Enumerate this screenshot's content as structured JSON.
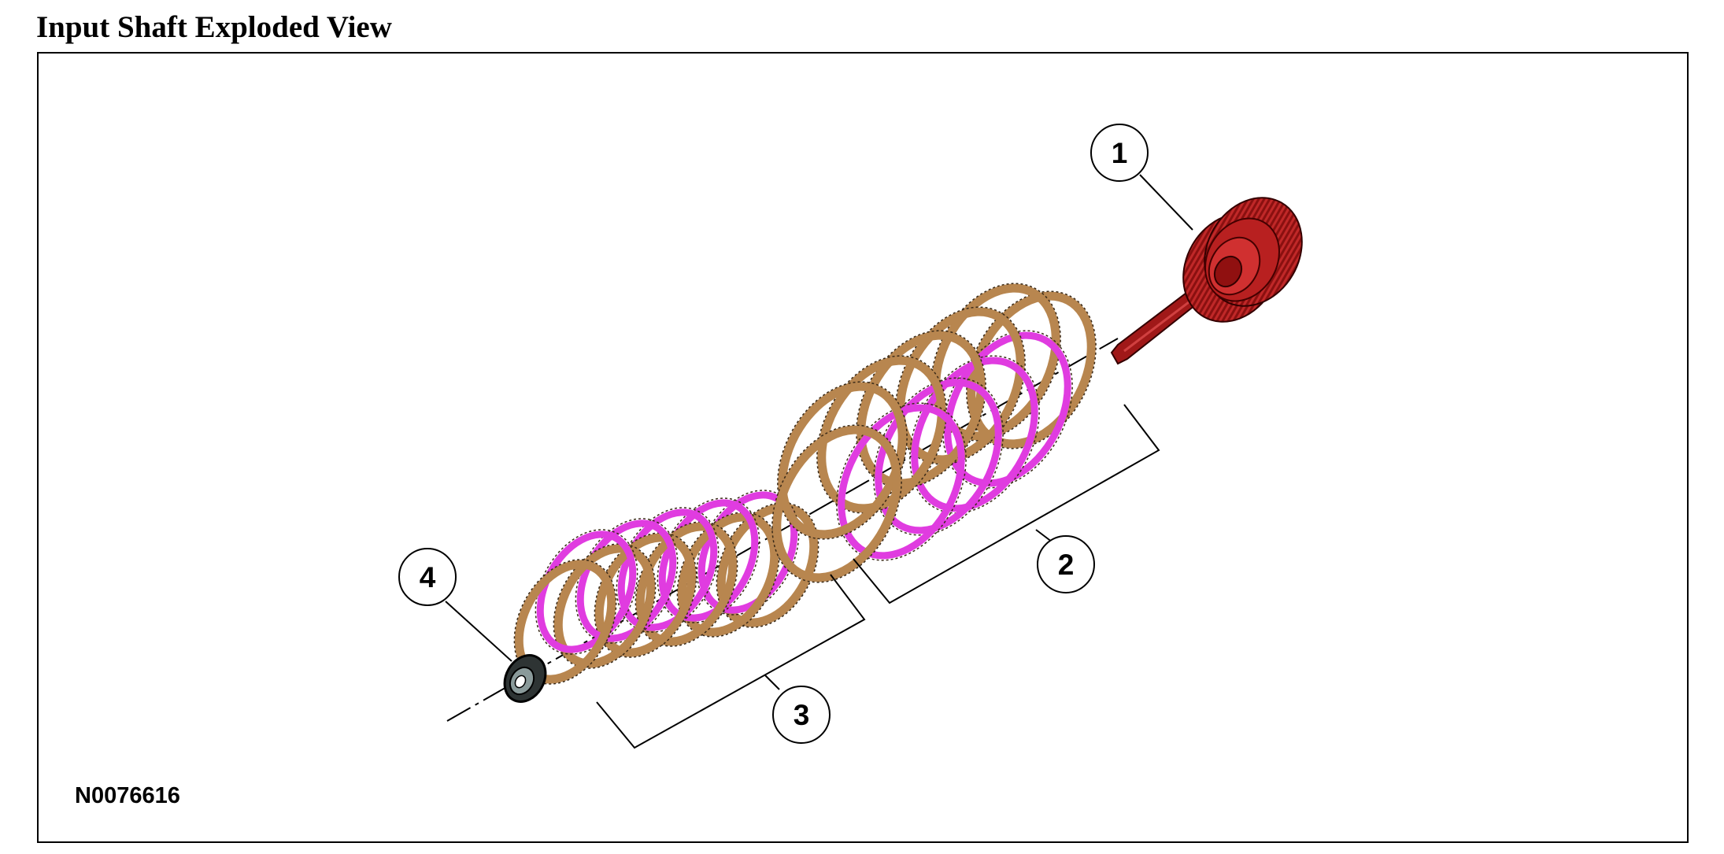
{
  "title": "Input Shaft Exploded View",
  "figure_id": "N0076616",
  "callouts": [
    "1",
    "2",
    "3",
    "4"
  ],
  "colors": {
    "friction_plate": "#b8864f",
    "steel_plate": "#e03ce0",
    "input_shaft": "#a81818",
    "bearing": "#303838"
  }
}
